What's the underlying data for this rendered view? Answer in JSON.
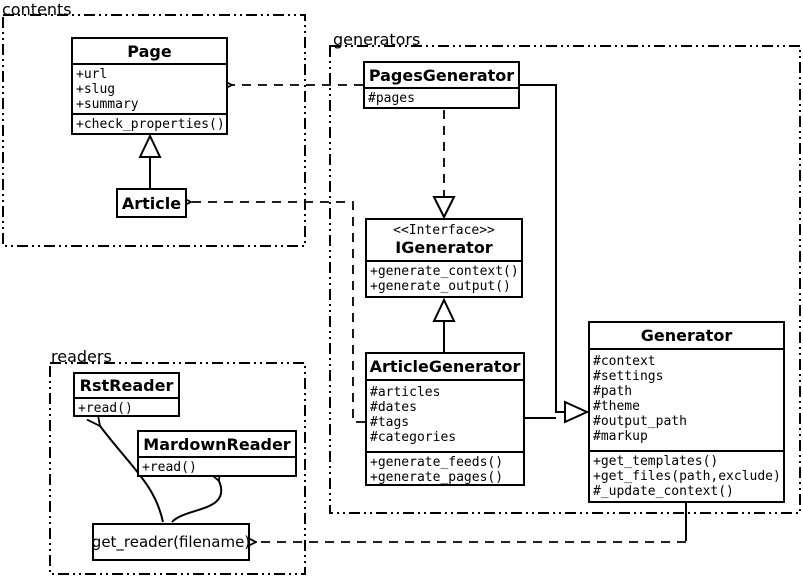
{
  "colors": {
    "ink": "#000000",
    "background": "#ffffff"
  },
  "packages": {
    "contents": {
      "label": "contents"
    },
    "generators": {
      "label": "generators"
    },
    "readers": {
      "label": "readers"
    }
  },
  "classes": {
    "page": {
      "name": "Page",
      "attrs": [
        "+url",
        "+slug",
        "+summary"
      ],
      "methods": [
        "+check_properties()"
      ]
    },
    "article": {
      "name": "Article"
    },
    "pages_generator": {
      "name": "PagesGenerator",
      "attrs": [
        "#pages"
      ]
    },
    "igenerator": {
      "stereotype": "<<Interface>>",
      "name": "IGenerator",
      "methods": [
        "+generate_context()",
        "+generate_output()"
      ]
    },
    "article_generator": {
      "name": "ArticleGenerator",
      "attrs": [
        "#articles",
        "#dates",
        "#tags",
        "#categories"
      ],
      "methods": [
        "+generate_feeds()",
        "+generate_pages()"
      ]
    },
    "generator": {
      "name": "Generator",
      "attrs": [
        "#context",
        "#settings",
        "#path",
        "#theme",
        "#output_path",
        "#markup"
      ],
      "methods": [
        "+get_templates()",
        "+get_files(path,exclude)",
        "#_update_context()"
      ]
    },
    "rst_reader": {
      "name": "RstReader",
      "methods": [
        "+read()"
      ]
    },
    "mardown_reader": {
      "name": "MardownReader",
      "methods": [
        "+read()"
      ]
    },
    "get_reader": {
      "label": "get_reader(filename)"
    }
  }
}
